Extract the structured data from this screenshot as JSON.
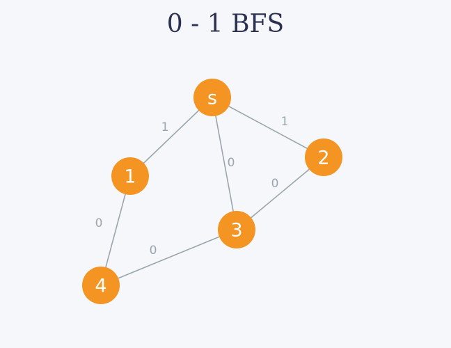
{
  "title": "0 - 1 BFS",
  "colors": {
    "node": "#f39423",
    "edge": "#9aa6ad",
    "title": "#2c3152",
    "background": "#f5f7fa"
  },
  "nodes": [
    {
      "id": "s",
      "label": "s"
    },
    {
      "id": "1",
      "label": "1"
    },
    {
      "id": "2",
      "label": "2"
    },
    {
      "id": "3",
      "label": "3"
    },
    {
      "id": "4",
      "label": "4"
    }
  ],
  "edges": [
    {
      "from": "s",
      "to": "1",
      "weight": "1"
    },
    {
      "from": "s",
      "to": "2",
      "weight": "1"
    },
    {
      "from": "s",
      "to": "3",
      "weight": "0"
    },
    {
      "from": "2",
      "to": "3",
      "weight": "0"
    },
    {
      "from": "1",
      "to": "4",
      "weight": "0"
    },
    {
      "from": "3",
      "to": "4",
      "weight": "0"
    }
  ]
}
